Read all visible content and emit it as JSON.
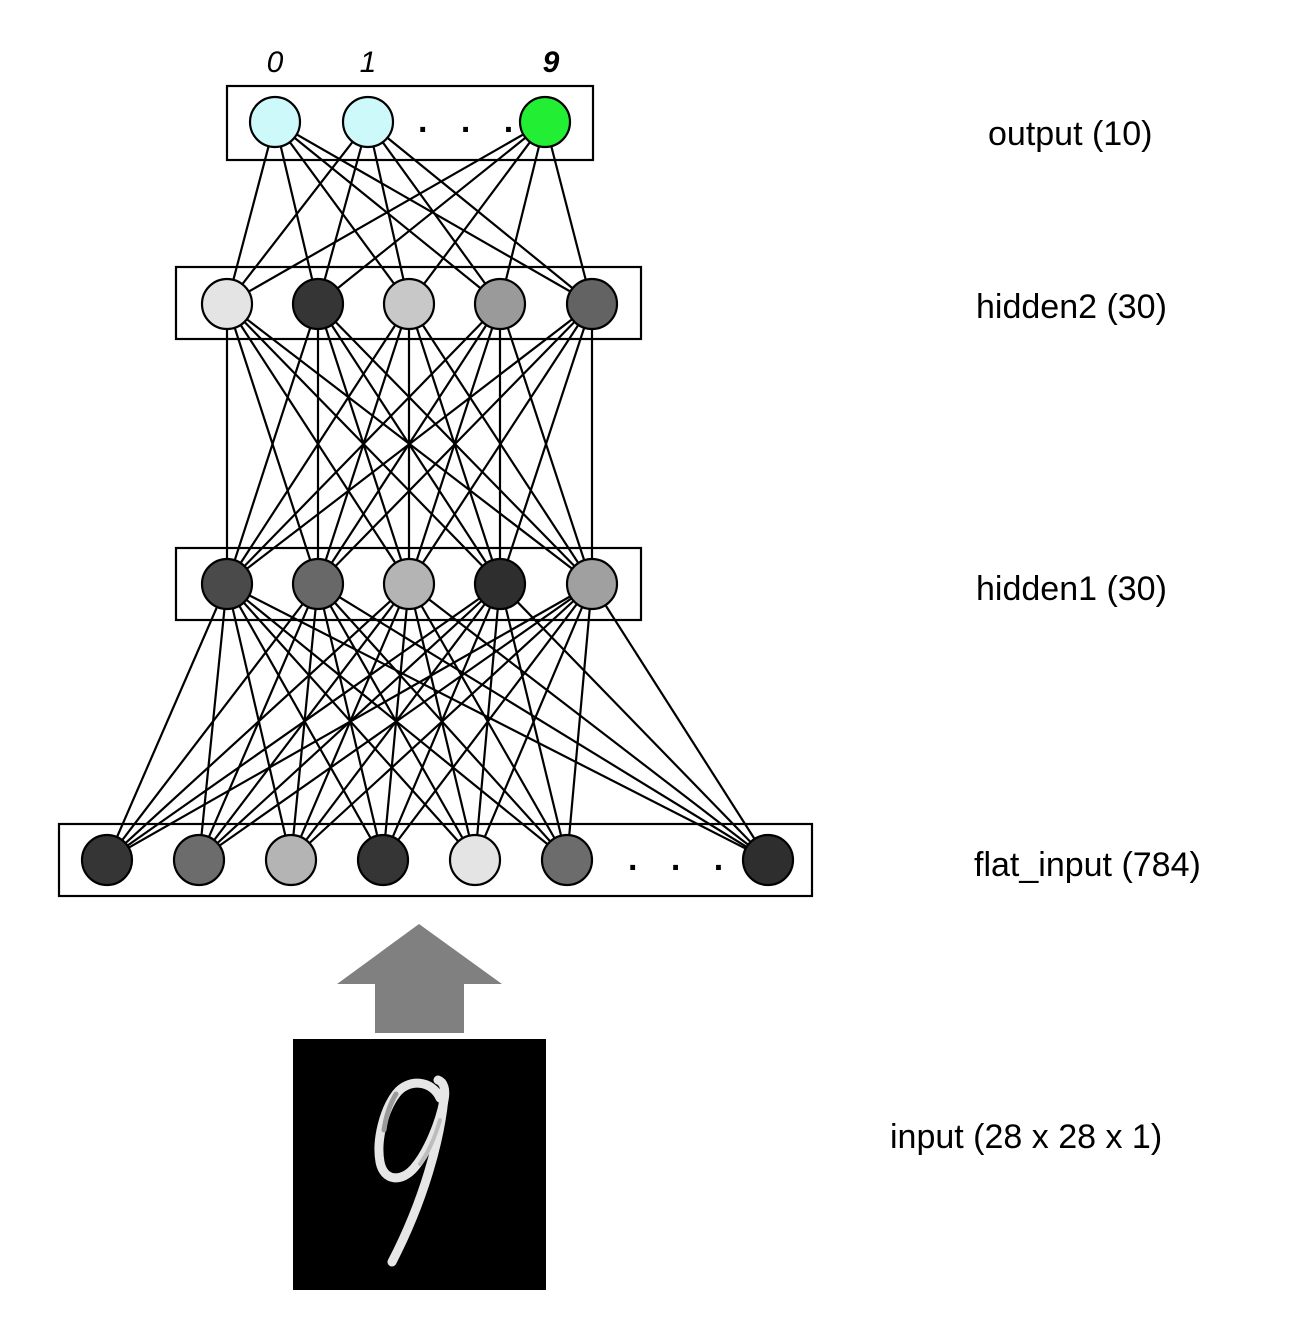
{
  "layers": {
    "output": {
      "label": "output (10)",
      "classes": [
        "0",
        "1",
        "9"
      ],
      "ellipsis": ". . .",
      "node_colors": [
        "#cdf9fb",
        "#cdf9fb",
        "#22ee33"
      ]
    },
    "hidden2": {
      "label": "hidden2 (30)",
      "node_colors": [
        "#e4e4e4",
        "#353535",
        "#c8c8c8",
        "#9a9a9a",
        "#636363"
      ]
    },
    "hidden1": {
      "label": "hidden1 (30)",
      "node_colors": [
        "#4a4a4a",
        "#686868",
        "#b4b4b4",
        "#2e2e2e",
        "#a0a0a0"
      ]
    },
    "flat_input": {
      "label": "flat_input (784)",
      "ellipsis": ". . .",
      "node_colors": [
        "#353535",
        "#6c6c6c",
        "#b4b4b4",
        "#353535",
        "#e4e4e4",
        "#6c6c6c",
        "#2e2e2e"
      ]
    },
    "input": {
      "label": "input  (28 x 28 x 1)",
      "image_description": "handwritten digit 9 (MNIST)"
    }
  },
  "arrow_color": "#808080",
  "highlight_color": "#22ee33"
}
